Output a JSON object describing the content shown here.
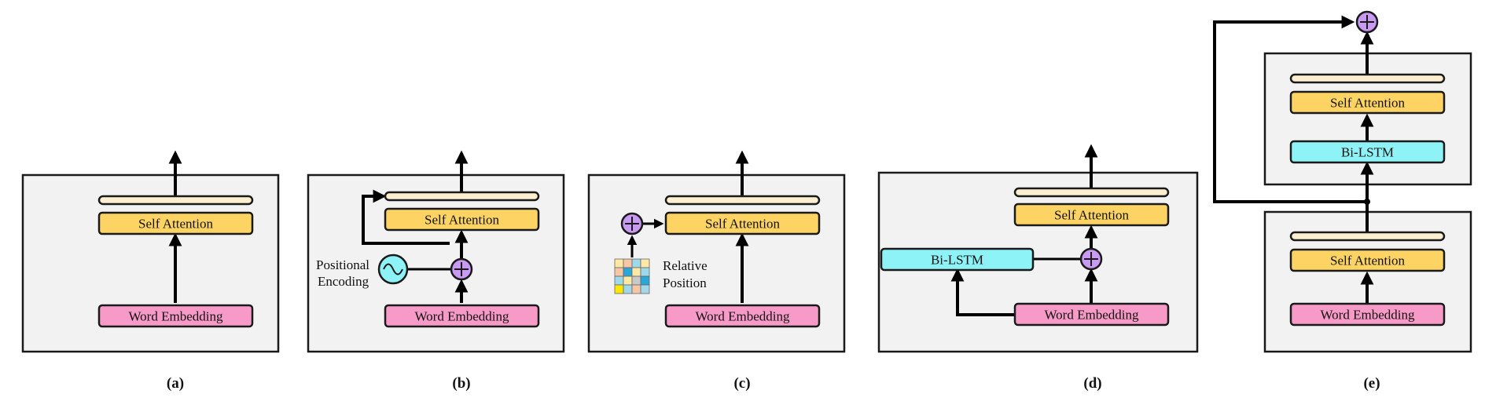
{
  "colors": {
    "panel_bg": "#f2f2f2",
    "self_attention": "#fdd364",
    "word_embedding": "#f79ac7",
    "bi_lstm": "#8ef3f6",
    "output_bar": "#fbefcf",
    "add_node": "#c99af2",
    "positional_encoding": "#8ef3f6"
  },
  "labels": {
    "self_attention": "Self Attention",
    "word_embedding": "Word Embedding",
    "bi_lstm": "Bi-LSTM",
    "positional_encoding": "Positional\nEncoding",
    "relative_position": "Relative\nPosition"
  },
  "captions": [
    "(a)",
    "(b)",
    "(c)",
    "(d)",
    "(e)"
  ],
  "relative_position_matrix": {
    "colors": [
      [
        "#fde8a6",
        "#f7c6a5",
        "#9fd8e8",
        "#fde8a6"
      ],
      [
        "#f7c6a5",
        "#2aa7d8",
        "#fde8a6",
        "#9fd8e8"
      ],
      [
        "#9fd8e8",
        "#fde8a6",
        "#c9c9c9",
        "#2aa7d8"
      ],
      [
        "#ffe600",
        "#9fd8e8",
        "#f7c6a5",
        "#9fd8e8"
      ]
    ]
  }
}
